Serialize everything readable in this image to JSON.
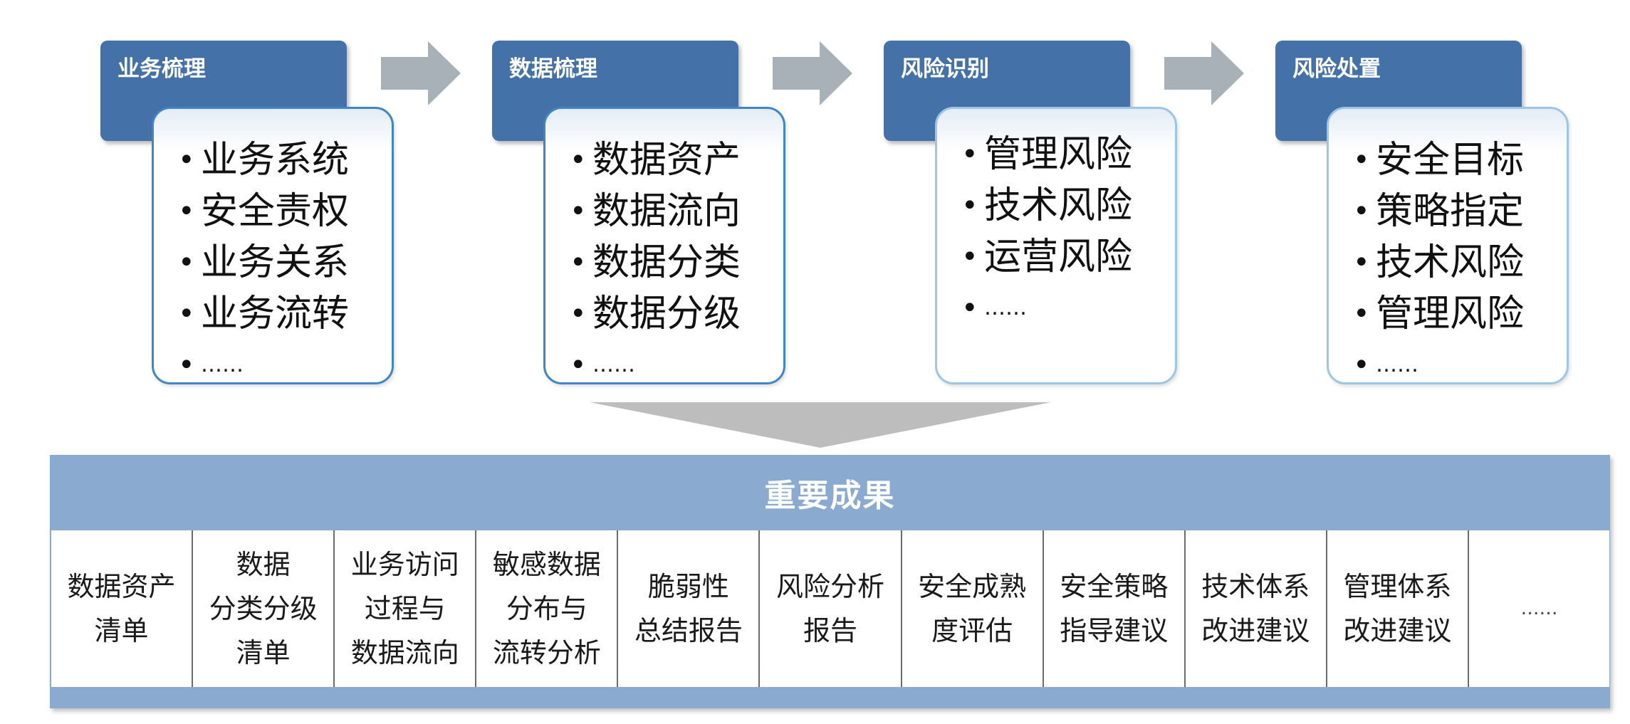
{
  "stages": [
    {
      "title": "业务梳理",
      "items": [
        "业务系统",
        "安全责权",
        "业务关系",
        "业务流转",
        "……"
      ]
    },
    {
      "title": "数据梳理",
      "items": [
        "数据资产",
        "数据流向",
        "数据分类",
        "数据分级",
        "……"
      ]
    },
    {
      "title": "风险识别",
      "items": [
        "管理风险",
        "技术风险",
        "运营风险",
        "……"
      ]
    },
    {
      "title": "风险处置",
      "items": [
        "安全目标",
        "策略指定",
        "技术风险",
        "管理风险",
        "……"
      ]
    }
  ],
  "results": {
    "title": "重要成果",
    "cells": [
      "数据资产\n清单",
      "数据\n分类分级\n清单",
      "业务访问\n过程与\n数据流向",
      "敏感数据\n分布与\n流转分析",
      "脆弱性\n总结报告",
      "风险分析\n报告",
      "安全成熟\n度评估",
      "安全策略\n指导建议",
      "技术体系\n改进建议",
      "管理体系\n改进建议",
      "……"
    ]
  },
  "colors": {
    "header_blue": "#4472a8",
    "card_border": "#3f86c6",
    "card_border_light": "#9cc6e6",
    "arrow_gray": "#a8b0b8",
    "funnel_gray": "#bdbdbd",
    "results_band": "#8aaad0"
  }
}
